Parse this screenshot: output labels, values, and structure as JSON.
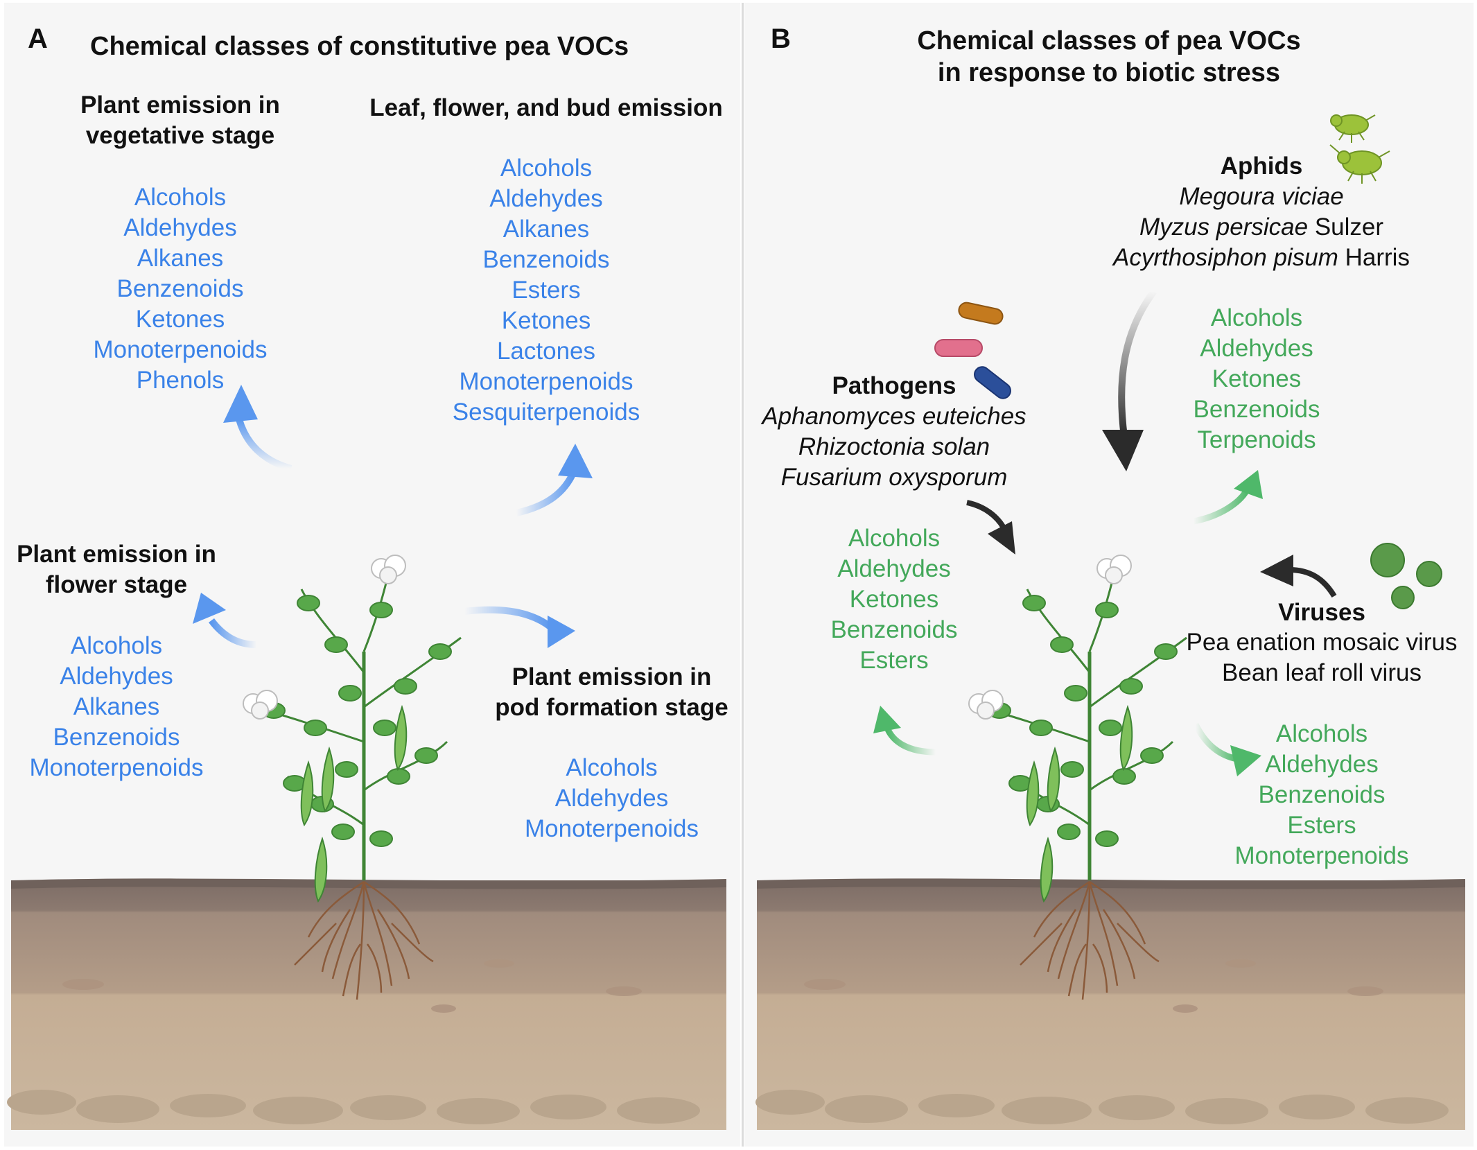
{
  "panel_a": {
    "letter": "A",
    "title": "Chemical classes of constitutive pea VOCs",
    "vegetative": {
      "heading": [
        "Plant emission in",
        "vegetative stage"
      ],
      "items": [
        "Alcohols",
        "Aldehydes",
        "Alkanes",
        "Benzenoids",
        "Ketones",
        "Monoterpenoids",
        "Phenols"
      ]
    },
    "leaf_flower_bud": {
      "heading": [
        "Leaf, flower, and bud emission"
      ],
      "items": [
        "Alcohols",
        "Aldehydes",
        "Alkanes",
        "Benzenoids",
        "Esters",
        "Ketones",
        "Lactones",
        "Monoterpenoids",
        "Sesquiterpenoids"
      ]
    },
    "flower": {
      "heading": [
        "Plant emission in",
        "flower stage"
      ],
      "items": [
        "Alcohols",
        "Aldehydes",
        "Alkanes",
        "Benzenoids",
        "Monoterpenoids"
      ]
    },
    "pod": {
      "heading": [
        "Plant emission in",
        "pod formation stage"
      ],
      "items": [
        "Alcohols",
        "Aldehydes",
        "Monoterpenoids"
      ]
    }
  },
  "panel_b": {
    "letter": "B",
    "title": [
      "Chemical classes of pea VOCs",
      "in response to biotic stress"
    ],
    "aphids": {
      "heading": "Aphids",
      "species": [
        {
          "italic": "Megoura viciae",
          "plain": ""
        },
        {
          "italic": "Myzus persicae",
          "plain": " Sulzer"
        },
        {
          "italic": "Acyrthosiphon pisum",
          "plain": " Harris"
        }
      ]
    },
    "aphid_vocs": [
      "Alcohols",
      "Aldehydes",
      "Ketones",
      "Benzenoids",
      "Terpenoids"
    ],
    "pathogens": {
      "heading": "Pathogens",
      "species": [
        "Aphanomyces euteiches",
        "Rhizoctonia solan",
        "Fusarium oxysporum"
      ]
    },
    "pathogen_vocs": [
      "Alcohols",
      "Aldehydes",
      "Ketones",
      "Benzenoids",
      "Esters"
    ],
    "viruses": {
      "heading": "Viruses",
      "species": [
        "Pea enation mosaic virus",
        "Bean leaf roll virus"
      ]
    },
    "virus_vocs": [
      "Alcohols",
      "Aldehydes",
      "Benzenoids",
      "Esters",
      "Monoterpenoids"
    ]
  },
  "colors": {
    "constitutive_text": "#3a82e8",
    "stress_text": "#43a85a",
    "stress_arrow": "#2b2b2b",
    "soil_top": "#80706a",
    "soil_bottom": "#c9b49a"
  }
}
